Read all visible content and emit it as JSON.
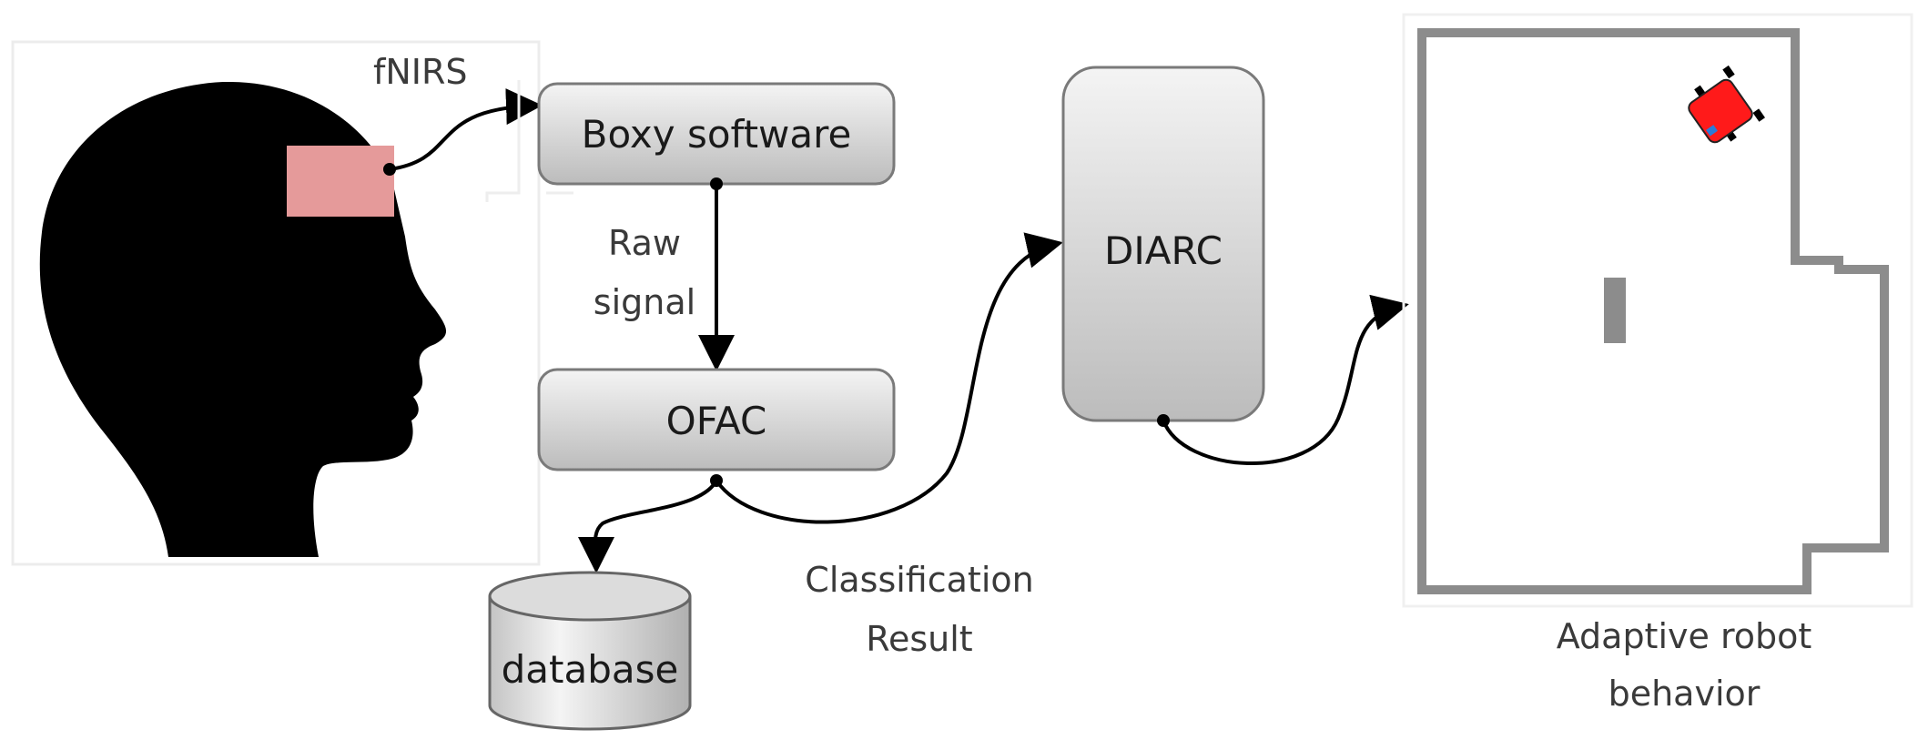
{
  "nodes": {
    "boxy": "Boxy software",
    "ofac": "OFAC",
    "diarc": "DIARC",
    "database": "database"
  },
  "labels": {
    "fnirs": "fNIRS",
    "raw_line1": "Raw",
    "raw_line2": "signal",
    "class_line1": "Classification",
    "class_line2": "Result",
    "robot_line1": "Adaptive robot",
    "robot_line2": "behavior"
  },
  "colors": {
    "head": "#000000",
    "sensor": "#e59a9a",
    "box_top": "#f2f2f2",
    "box_bottom": "#bdbdbd",
    "box_border": "#7a7a7a",
    "arena_wall": "#8c8c8c",
    "obstacle": "#8c8c8c",
    "robot_body": "#ff1a1a",
    "robot_marker": "#2b7bd8",
    "arrow": "#000000"
  },
  "icons": {
    "head": "human-head-silhouette",
    "robot": "robot-icon",
    "database": "database-cylinder-icon"
  }
}
